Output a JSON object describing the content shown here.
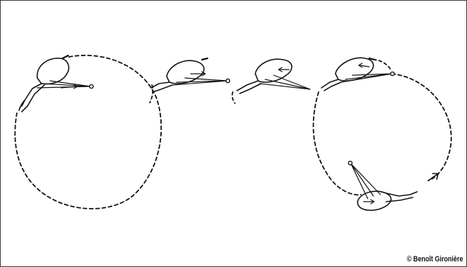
{
  "credit": "© Benoît Gironière",
  "colors": {
    "ink": "#111111",
    "frame": "#3a3a3a",
    "background": "#ffffff"
  },
  "figures": [
    {
      "name": "orbit-left",
      "stroke_style": "dashed"
    },
    {
      "name": "arc-flyer-1",
      "stroke_style": "dashed"
    },
    {
      "name": "arc-flyer-2",
      "stroke_style": "dashed"
    },
    {
      "name": "orbit-right",
      "stroke_style": "dashed"
    }
  ]
}
